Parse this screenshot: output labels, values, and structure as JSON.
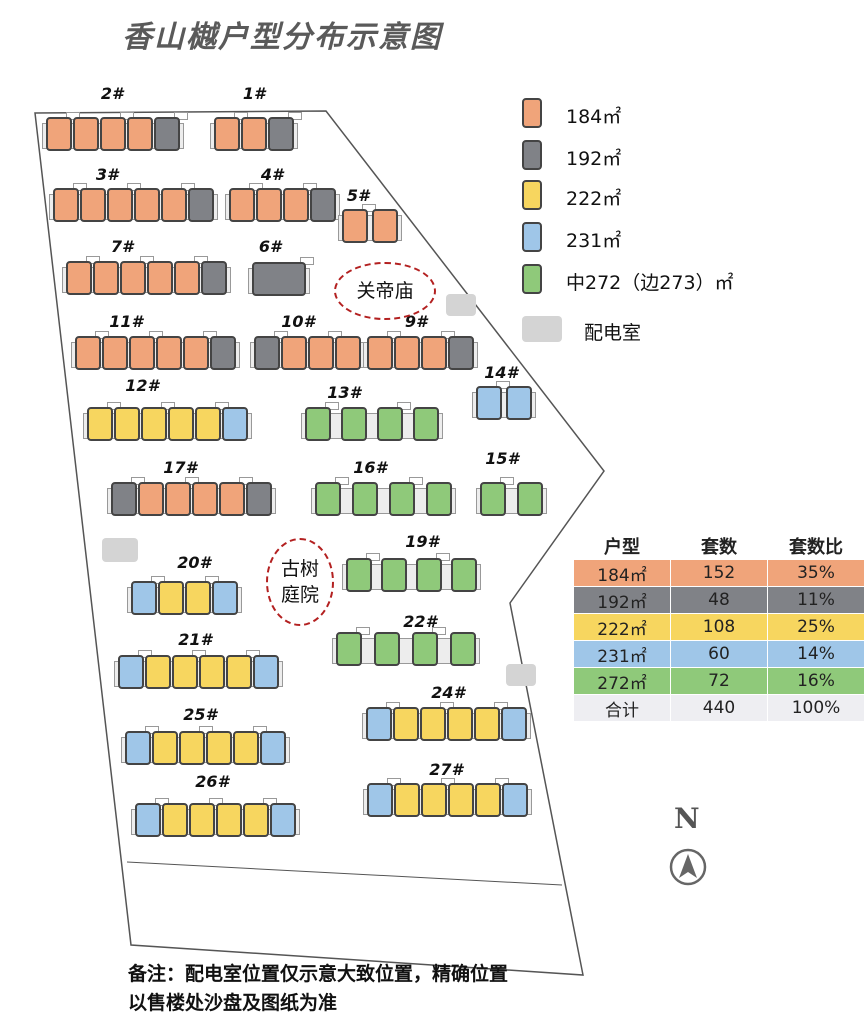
{
  "title": "香山樾户型分布示意图",
  "colors": {
    "t184": "#f0a47a",
    "t192": "#808287",
    "t222": "#f7d65f",
    "t231": "#9fc6e8",
    "t272": "#8fc97a",
    "substation": "#d4d4d4",
    "landmark_ring": "#b32020"
  },
  "legend": [
    {
      "type": "t184",
      "label": "184㎡"
    },
    {
      "type": "t192",
      "label": "192㎡"
    },
    {
      "type": "t222",
      "label": "222㎡"
    },
    {
      "type": "t231",
      "label": "231㎡"
    },
    {
      "type": "t272",
      "label": "中272（边273）㎡"
    },
    {
      "type": "substation",
      "label": "配电室"
    }
  ],
  "landmarks": [
    {
      "name": "guandi-temple",
      "label": "关帝庙"
    },
    {
      "name": "ancient-tree-courtyard",
      "label": "古树庭院"
    }
  ],
  "buildings": [
    {
      "label": "2#",
      "units": [
        "t184",
        "t184",
        "t184",
        "t184",
        "t192"
      ]
    },
    {
      "label": "1#",
      "units": [
        "t184",
        "t184",
        "t192"
      ]
    },
    {
      "label": "3#",
      "units": [
        "t184",
        "t184",
        "t184",
        "t184",
        "t184",
        "t192"
      ]
    },
    {
      "label": "4#",
      "units": [
        "t184",
        "t184",
        "t184",
        "t192"
      ]
    },
    {
      "label": "5#",
      "units": [
        "t184",
        "t184"
      ]
    },
    {
      "label": "7#",
      "units": [
        "t184",
        "t184",
        "t184",
        "t184",
        "t184",
        "t192"
      ]
    },
    {
      "label": "6#",
      "units": [
        "t192"
      ]
    },
    {
      "label": "11#",
      "units": [
        "t184",
        "t184",
        "t184",
        "t184",
        "t184",
        "t192"
      ]
    },
    {
      "label": "10#",
      "units": [
        "t192",
        "t184",
        "t184",
        "t184"
      ]
    },
    {
      "label": "9#",
      "units": [
        "t184",
        "t184",
        "t184",
        "t192"
      ]
    },
    {
      "label": "12#",
      "units": [
        "t222",
        "t222",
        "t222",
        "t222",
        "t222",
        "t231"
      ]
    },
    {
      "label": "13#",
      "units": [
        "t272",
        "t272",
        "t272",
        "t272"
      ]
    },
    {
      "label": "14#",
      "units": [
        "t231",
        "t231"
      ]
    },
    {
      "label": "17#",
      "units": [
        "t192",
        "t184",
        "t184",
        "t184",
        "t184",
        "t192"
      ]
    },
    {
      "label": "16#",
      "units": [
        "t272",
        "t272",
        "t272",
        "t272"
      ]
    },
    {
      "label": "15#",
      "units": [
        "t272",
        "t272"
      ]
    },
    {
      "label": "20#",
      "units": [
        "t231",
        "t222",
        "t222",
        "t231"
      ]
    },
    {
      "label": "19#",
      "units": [
        "t272",
        "t272",
        "t272",
        "t272"
      ]
    },
    {
      "label": "22#",
      "units": [
        "t272",
        "t272",
        "t272",
        "t272"
      ]
    },
    {
      "label": "21#",
      "units": [
        "t231",
        "t222",
        "t222",
        "t222",
        "t222",
        "t231"
      ]
    },
    {
      "label": "24#",
      "units": [
        "t231",
        "t222",
        "t222",
        "t222",
        "t222",
        "t231"
      ]
    },
    {
      "label": "25#",
      "units": [
        "t231",
        "t222",
        "t222",
        "t222",
        "t222",
        "t231"
      ]
    },
    {
      "label": "26#",
      "units": [
        "t231",
        "t222",
        "t222",
        "t222",
        "t222",
        "t231"
      ]
    },
    {
      "label": "27#",
      "units": [
        "t231",
        "t222",
        "t222",
        "t222",
        "t222",
        "t231"
      ]
    }
  ],
  "table": {
    "headers": [
      "户型",
      "套数",
      "套数比"
    ],
    "rows": [
      {
        "type": "t184",
        "cells": [
          "184㎡",
          "152",
          "35%"
        ]
      },
      {
        "type": "t192",
        "cells": [
          "192㎡",
          "48",
          "11%"
        ]
      },
      {
        "type": "t222",
        "cells": [
          "222㎡",
          "108",
          "25%"
        ]
      },
      {
        "type": "t231",
        "cells": [
          "231㎡",
          "60",
          "14%"
        ]
      },
      {
        "type": "t272",
        "cells": [
          "272㎡",
          "72",
          "16%"
        ]
      },
      {
        "type": "total",
        "cells": [
          "合计",
          "440",
          "100%"
        ]
      }
    ]
  },
  "compass": {
    "letter": "N"
  },
  "note": [
    "备注：配电室位置仅示意大致位置，精确位置",
    "以售楼处沙盘及图纸为准"
  ]
}
